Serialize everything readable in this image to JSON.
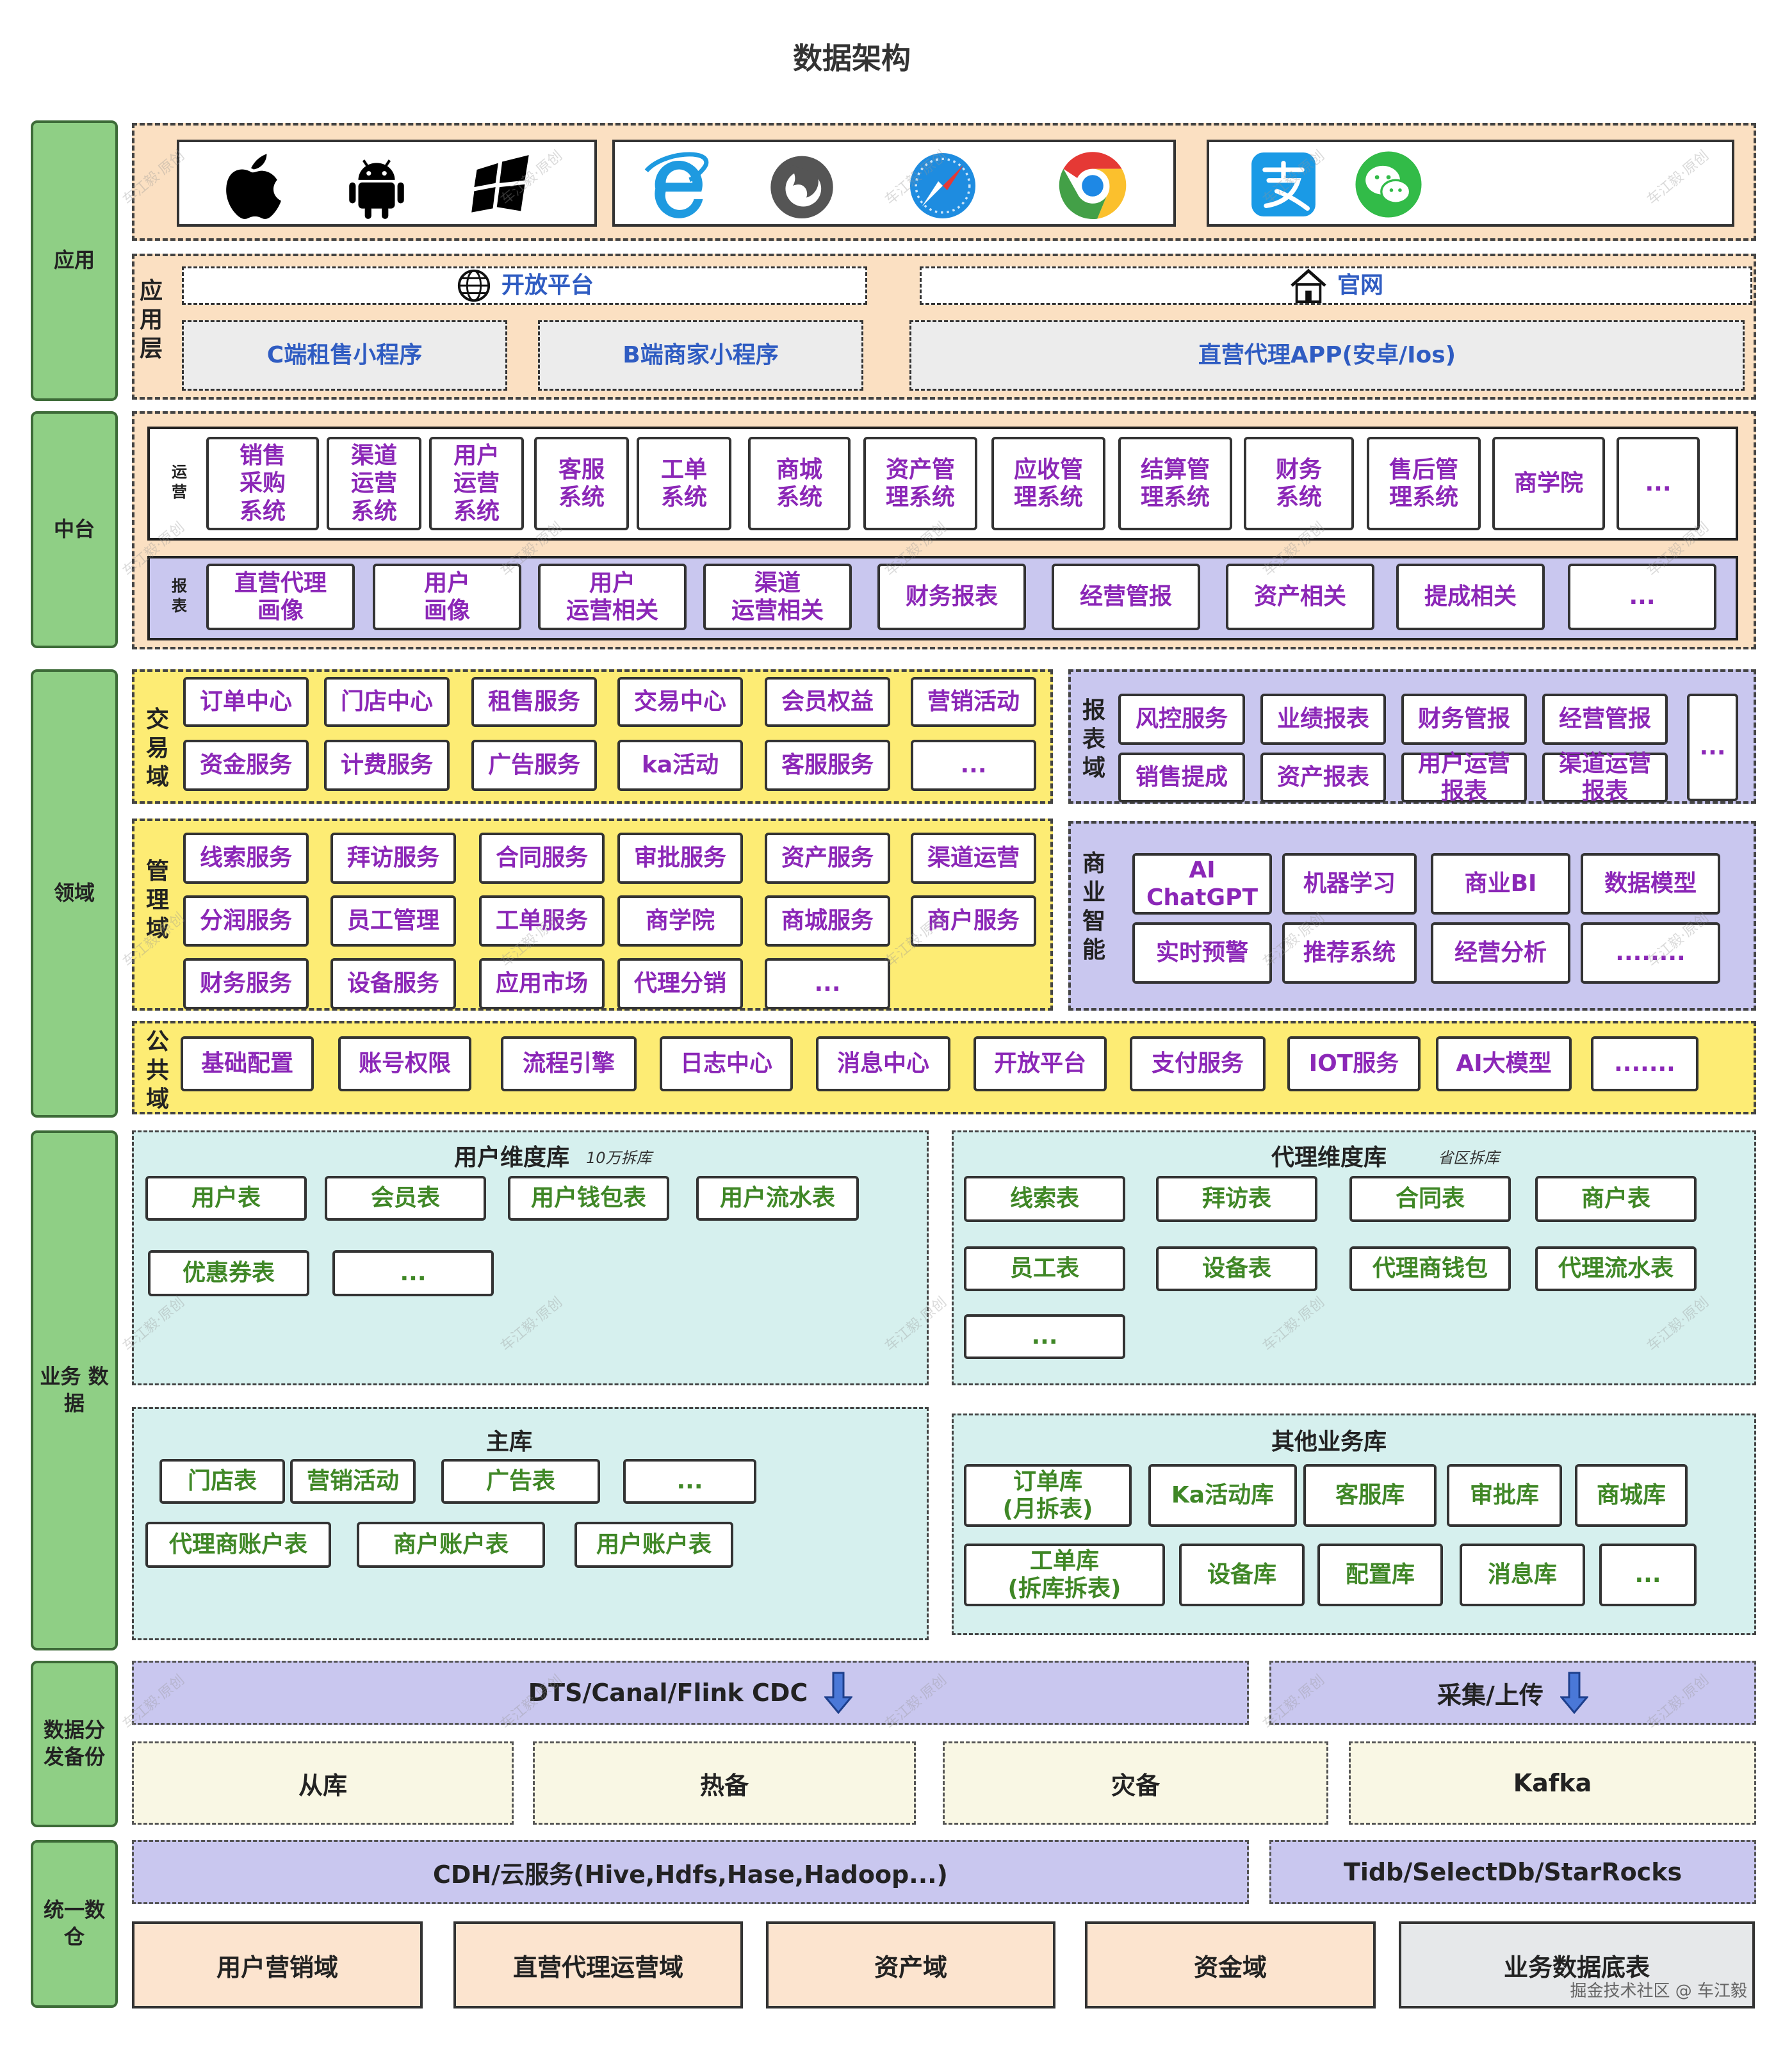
{
  "title": "数据架构",
  "layers": {
    "app": "应用",
    "mid": "中台",
    "domain": "领域",
    "biz": "业务\n数据",
    "dist": "数据分\n发备份",
    "dw": "统一数\n仓"
  },
  "icons": {
    "os": [
      "apple-icon",
      "android-icon",
      "windows-icon"
    ],
    "browsers": [
      "ie-icon",
      "firefox-icon",
      "safari-icon",
      "chrome-icon"
    ],
    "social": [
      "alipay-icon",
      "wechat-icon"
    ]
  },
  "app_layer": {
    "label": "应\n用\n层",
    "open_platform": "开放平台",
    "official_site": "官网",
    "c_mini": "C端租售小程序",
    "b_mini": "B端商家小程序",
    "agent_app": "直营代理APP(安卓/Ios)"
  },
  "ops": {
    "label": "运\n营",
    "items": [
      "销售\n采购\n系统",
      "渠道\n运营\n系统",
      "用户\n运营\n系统",
      "客服\n系统",
      "工单\n系统",
      "商城\n系统",
      "资产管\n理系统",
      "应收管\n理系统",
      "结算管\n理系统",
      "财务\n系统",
      "售后管\n理系统",
      "商学院",
      "..."
    ]
  },
  "reports": {
    "label": "报\n表",
    "items": [
      "直营代理\n画像",
      "用户\n画像",
      "用户\n运营相关",
      "渠道\n运营相关",
      "财务报表",
      "经营管报",
      "资产相关",
      "提成相关",
      "..."
    ]
  },
  "trade": {
    "label": "交\n易\n域",
    "row1": [
      "订单中心",
      "门店中心",
      "租售服务",
      "交易中心",
      "会员权益",
      "营销活动"
    ],
    "row2": [
      "资金服务",
      "计费服务",
      "广告服务",
      "ka活动",
      "客服服务",
      "..."
    ]
  },
  "report_domain": {
    "label": "报\n表\n域",
    "row1": [
      "风控服务",
      "业绩报表",
      "财务管报",
      "经营管报"
    ],
    "row2": [
      "销售提成",
      "资产报表",
      "用户运营\n报表",
      "渠道运营\n报表"
    ],
    "more": "..."
  },
  "manage": {
    "label": "管\n理\n域",
    "row1": [
      "线索服务",
      "拜访服务",
      "合同服务",
      "审批服务",
      "资产服务",
      "渠道运营"
    ],
    "row2": [
      "分润服务",
      "员工管理",
      "工单服务",
      "商学院",
      "商城服务",
      "商户服务"
    ],
    "row3": [
      "财务服务",
      "设备服务",
      "应用市场",
      "代理分销",
      "..."
    ]
  },
  "bi": {
    "label": "商\n业\n智\n能",
    "row1": [
      "AI\nChatGPT",
      "机器学习",
      "商业BI",
      "数据模型"
    ],
    "row2": [
      "实时预警",
      "推荐系统",
      "经营分析",
      "........"
    ]
  },
  "public": {
    "label": "公\n共\n域",
    "items": [
      "基础配置",
      "账号权限",
      "流程引擎",
      "日志中心",
      "消息中心",
      "开放平台",
      "支付服务",
      "IOT服务",
      "AI大模型",
      "......."
    ]
  },
  "user_db": {
    "title": "用户维度库",
    "note": "10万拆库",
    "row1": [
      "用户表",
      "会员表",
      "用户钱包表",
      "用户流水表"
    ],
    "row2": [
      "优惠券表",
      "..."
    ]
  },
  "agent_db": {
    "title": "代理维度库",
    "note": "省区拆库",
    "row1": [
      "线索表",
      "拜访表",
      "合同表",
      "商户表"
    ],
    "row2": [
      "员工表",
      "设备表",
      "代理商钱包",
      "代理流水表"
    ],
    "row3": [
      "..."
    ]
  },
  "main_db": {
    "title": "主库",
    "row1": [
      "门店表",
      "营销活动",
      "广告表",
      "..."
    ],
    "row2": [
      "代理商账户表",
      "商户账户表",
      "用户账户表"
    ]
  },
  "other_db": {
    "title": "其他业务库",
    "row1": [
      "订单库\n(月拆表)",
      "Ka活动库",
      "客服库",
      "审批库",
      "商城库"
    ],
    "row2": [
      "工单库\n(拆库拆表)",
      "设备库",
      "配置库",
      "消息库",
      "..."
    ]
  },
  "dist": {
    "dts": "DTS/Canal/Flink CDC",
    "collect": "采集/上传",
    "targets": [
      "从库",
      "热备",
      "灾备",
      "Kafka"
    ]
  },
  "dw": {
    "cdh": "CDH/云服务(Hive,Hdfs,Hase,Hadoop...)",
    "olap": "Tidb/SelectDb/StarRocks",
    "domains": [
      "用户营销域",
      "直营代理运营域",
      "资产域",
      "资金域",
      "业务数据底表"
    ]
  },
  "watermark": "车江毅·原创",
  "footer": "掘金技术社区 @ 车江毅",
  "colors": {
    "layer_label": "#8fcf85",
    "app_bg": "#fbe0c2",
    "domain_yellow": "#fdec74",
    "lavender": "#c9c7ef",
    "db_cyan": "#d6f0ee",
    "text_purple": "#8b27b7",
    "text_blue": "#2f5cc2",
    "text_green": "#3f8726"
  }
}
